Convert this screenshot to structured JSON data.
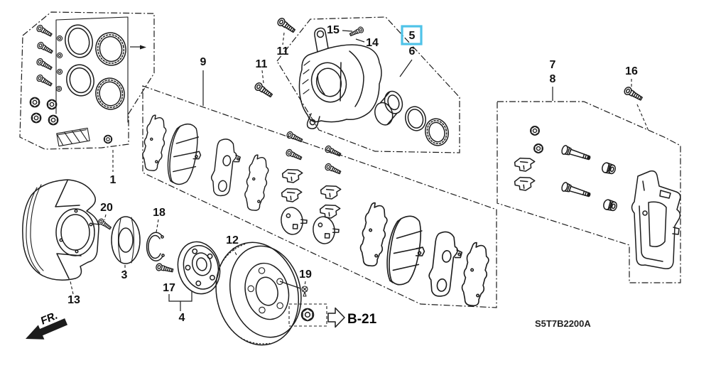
{
  "diagram": {
    "code": "S5T7B2200A",
    "direction_label": "FR.",
    "reference_label": "B-21",
    "highlight_color": "#4fc3e8",
    "callouts": [
      {
        "label": "1"
      },
      {
        "label": "3"
      },
      {
        "label": "4"
      },
      {
        "label": "5",
        "highlighted": true
      },
      {
        "label": "6"
      },
      {
        "label": "7"
      },
      {
        "label": "8"
      },
      {
        "label": "9"
      },
      {
        "label": "11"
      },
      {
        "label": "11"
      },
      {
        "label": "12"
      },
      {
        "label": "13"
      },
      {
        "label": "14"
      },
      {
        "label": "15"
      },
      {
        "label": "16"
      },
      {
        "label": "17"
      },
      {
        "label": "18"
      },
      {
        "label": "19"
      },
      {
        "label": "20"
      }
    ]
  }
}
